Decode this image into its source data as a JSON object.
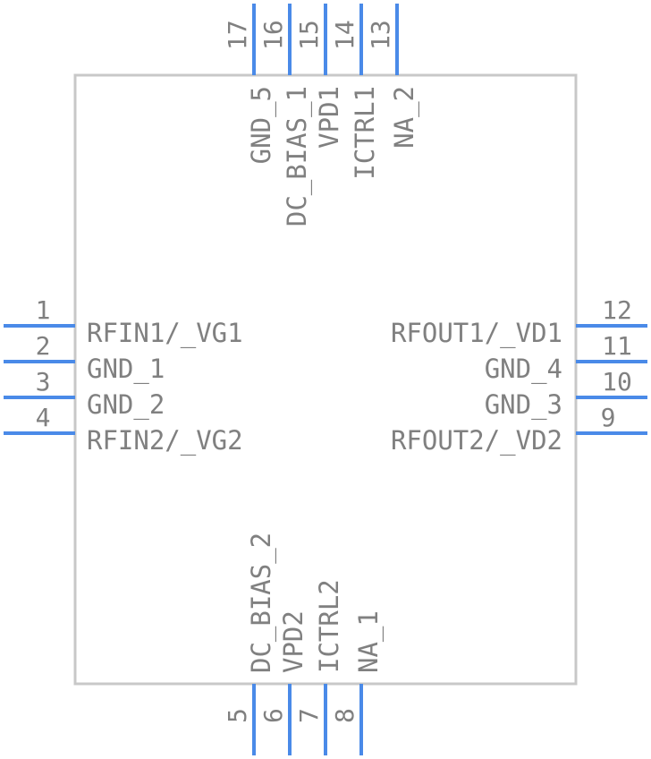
{
  "component": {
    "pins": [
      {
        "number": "1",
        "name": "RFIN1/_VG1"
      },
      {
        "number": "2",
        "name": "GND_1"
      },
      {
        "number": "3",
        "name": "GND_2"
      },
      {
        "number": "4",
        "name": "RFIN2/_VG2"
      },
      {
        "number": "5",
        "name": "DC_BIAS_2"
      },
      {
        "number": "6",
        "name": "VPD2"
      },
      {
        "number": "7",
        "name": "ICTRL2"
      },
      {
        "number": "8",
        "name": "NA_1"
      },
      {
        "number": "9",
        "name": "RFOUT2/_VD2"
      },
      {
        "number": "10",
        "name": "GND_3"
      },
      {
        "number": "11",
        "name": "GND_4"
      },
      {
        "number": "12",
        "name": "RFOUT1/_VD1"
      },
      {
        "number": "13",
        "name": "NA_2"
      },
      {
        "number": "14",
        "name": "ICTRL1"
      },
      {
        "number": "15",
        "name": "VPD1"
      },
      {
        "number": "16",
        "name": "DC_BIAS_1"
      },
      {
        "number": "17",
        "name": "GND_5"
      }
    ]
  },
  "colors": {
    "pin_line": "#4a8ae8",
    "text": "#808080",
    "body_outline": "#c8c8c8"
  }
}
